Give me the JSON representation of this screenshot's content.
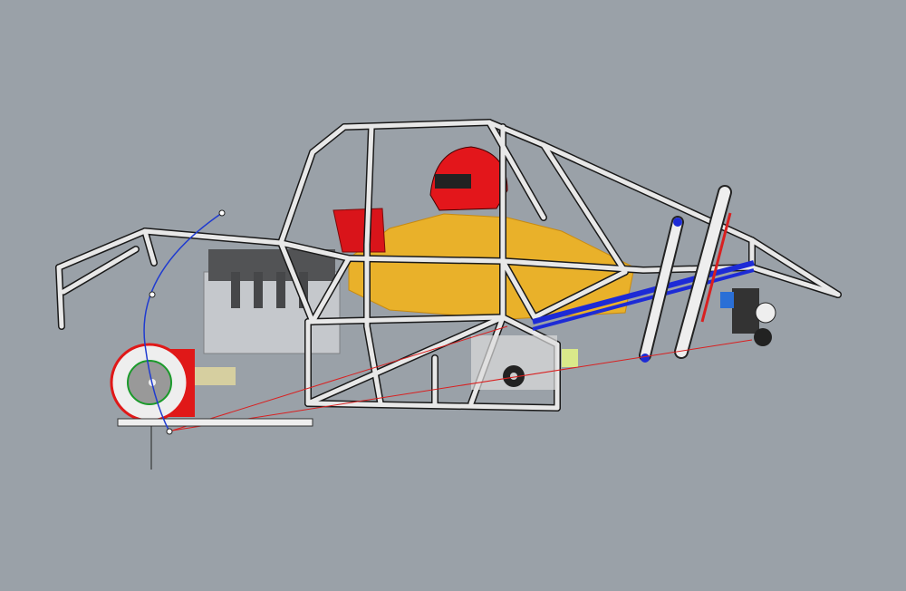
{
  "viewport": {
    "background": "#9aa1a8",
    "colors": {
      "tube": "#e8e8e8",
      "tube_outline": "#1a1a1a",
      "body_panel": "#f2b21c",
      "helmet": "#e3161b",
      "seat": "#d9141a",
      "link_bar": "#1d2bd6",
      "construction_curve": "#1f3bd0",
      "guide_line": "#d92020",
      "engine": "#c9ccd0"
    },
    "objects": [
      "chassis-frame",
      "body-panel",
      "helmet",
      "seat",
      "engine",
      "wheel-hub",
      "shock-absorbers",
      "trailing-arm",
      "construction-curve"
    ]
  }
}
